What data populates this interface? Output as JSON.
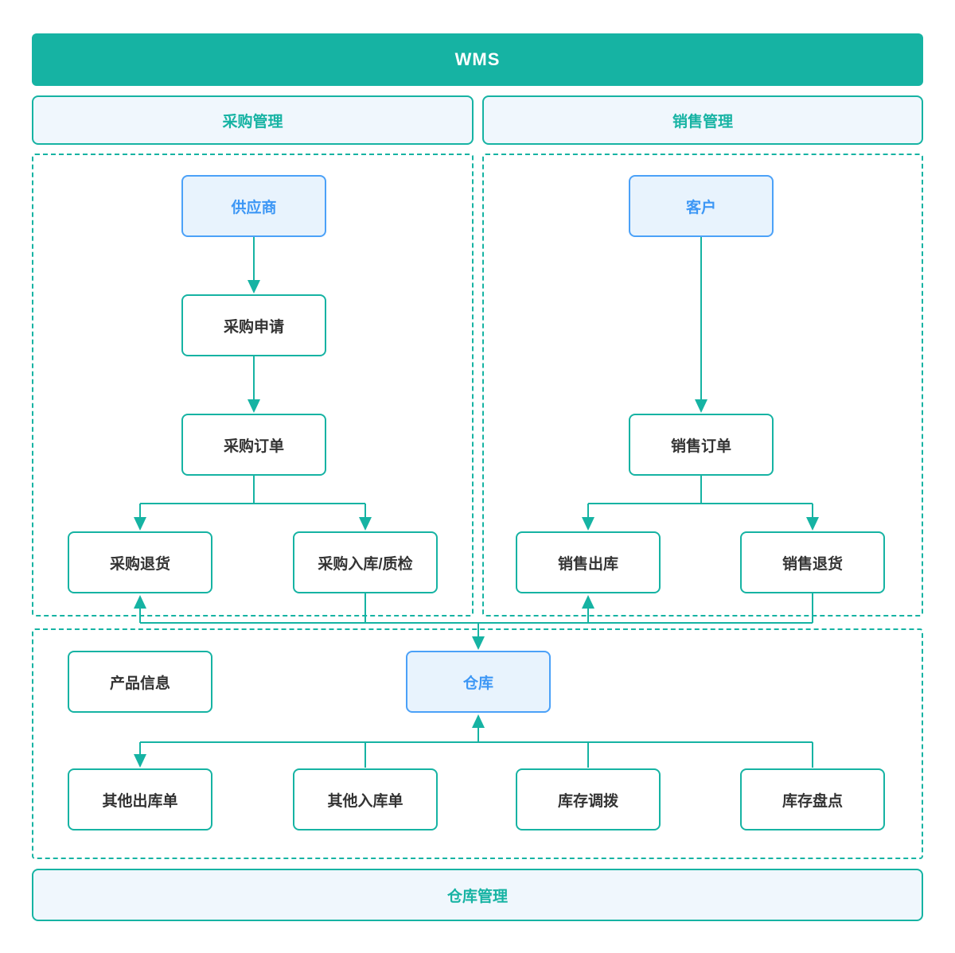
{
  "title": "WMS",
  "colors": {
    "teal": "#16b3a3",
    "panel": "#f0f7fd",
    "blue_fill": "#e8f3fd",
    "blue_border": "#4ba1f8",
    "blue_text": "#3d97f5",
    "node_text": "#333333"
  },
  "sections": {
    "purchase_header": "采购管理",
    "sales_header": "销售管理",
    "warehouse_footer": "仓库管理"
  },
  "nodes": {
    "supplier": "供应商",
    "purchase_request": "采购申请",
    "purchase_order": "采购订单",
    "purchase_return": "采购退货",
    "purchase_inbound_qc": "采购入库/质检",
    "customer": "客户",
    "sales_order": "销售订单",
    "sales_outbound": "销售出库",
    "sales_return": "销售退货",
    "product_info": "产品信息",
    "warehouse": "仓库",
    "other_outbound": "其他出库单",
    "other_inbound": "其他入库单",
    "stock_transfer": "库存调拨",
    "stock_count": "库存盘点"
  },
  "edges": [
    {
      "from": "供应商",
      "to": "采购申请"
    },
    {
      "from": "采购申请",
      "to": "采购订单"
    },
    {
      "from": "采购订单",
      "to": "采购退货"
    },
    {
      "from": "采购订单",
      "to": "采购入库/质检"
    },
    {
      "from": "客户",
      "to": "销售订单"
    },
    {
      "from": "销售订单",
      "to": "销售出库"
    },
    {
      "from": "销售订单",
      "to": "销售退货"
    },
    {
      "from": "采购入库/质检",
      "to": "仓库"
    },
    {
      "from": "销售退货",
      "to": "仓库"
    },
    {
      "from": "仓库",
      "to": "采购退货"
    },
    {
      "from": "仓库",
      "to": "销售出库"
    },
    {
      "from": "仓库",
      "to": "其他出库单"
    },
    {
      "from": "其他入库单",
      "to": "仓库"
    },
    {
      "from": "库存调拨",
      "to": "仓库"
    },
    {
      "from": "库存盘点",
      "to": "仓库"
    }
  ]
}
